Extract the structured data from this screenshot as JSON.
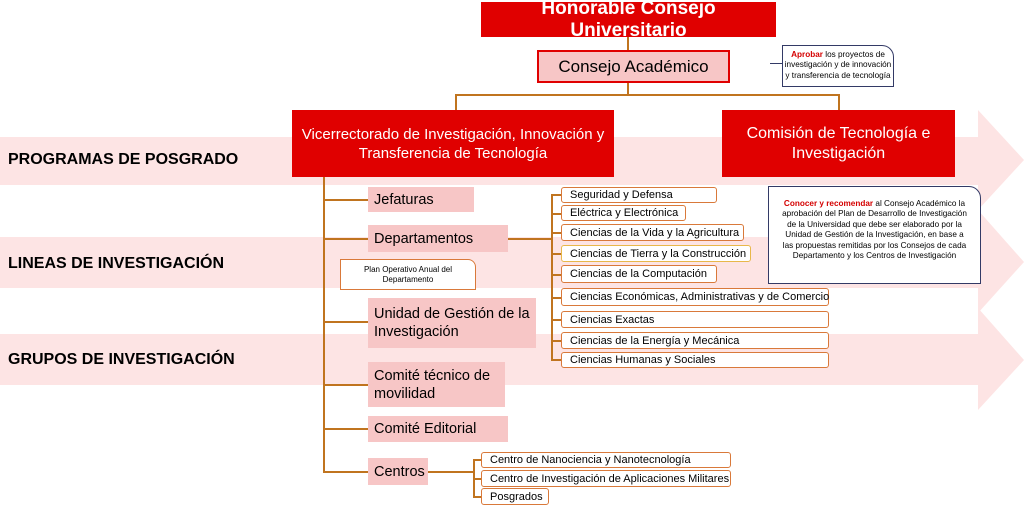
{
  "bands": [
    {
      "label": "PROGRAMAS DE POSGRADO"
    },
    {
      "label": "LINEAS DE INVESTIGACIÓN"
    },
    {
      "label": "GRUPOS DE INVESTIGACIÓN"
    }
  ],
  "top": {
    "title": "Honorable Consejo Universitario"
  },
  "consejo": {
    "label": "Consejo Académico"
  },
  "note_top": {
    "highlight": "Aprobar",
    "text": "los proyectos de investigación y de innovación y transferencia de tecnología"
  },
  "vicerrectorado": {
    "line1": "Vicerrectorado de Investigación, Innovación y",
    "line2": "Transferencia de Tecnología"
  },
  "comision": {
    "line1": "Comisión de Tecnología e",
    "line2": "Investigación"
  },
  "note_right": {
    "highlight": "Conocer y recomendar",
    "text": "al Consejo Académico la aprobación del Plan de Desarrollo de Investigación de la Universidad que debe ser elaborado por la Unidad de Gestión de la Investigación, en base a las propuestas remitidas por los Consejos de cada Departamento y los Centros de Investigación"
  },
  "left_items": {
    "jefaturas": "Jefaturas",
    "departamentos": "Departamentos",
    "plan": "Plan Operativo Anual del Departamento",
    "unidad": "Unidad de Gestión de la Investigación",
    "comite_movilidad": "Comité técnico de movilidad",
    "comite_editorial": "Comité Editorial",
    "centros": "Centros"
  },
  "departments": [
    "Seguridad y Defensa",
    "Eléctrica y Electrónica",
    "Ciencias de la Vida y la Agricultura",
    "Ciencias de Tierra y la Construcción",
    "Ciencias de la Computación",
    "Ciencias Económicas, Administrativas y de Comercio",
    "Ciencias Exactas",
    "Ciencias de la Energía y Mecánica",
    "Ciencias Humanas y Sociales"
  ],
  "centers": [
    "Centro de Nanociencia y Nanotecnología",
    "Centro de Investigación de Aplicaciones Militares",
    "Posgrados"
  ],
  "colors": {
    "red": "#e00000",
    "pink": "#f7c6c6",
    "band": "#fde4e4",
    "connector": "#c0741f",
    "pill_border": "#d9793a"
  }
}
